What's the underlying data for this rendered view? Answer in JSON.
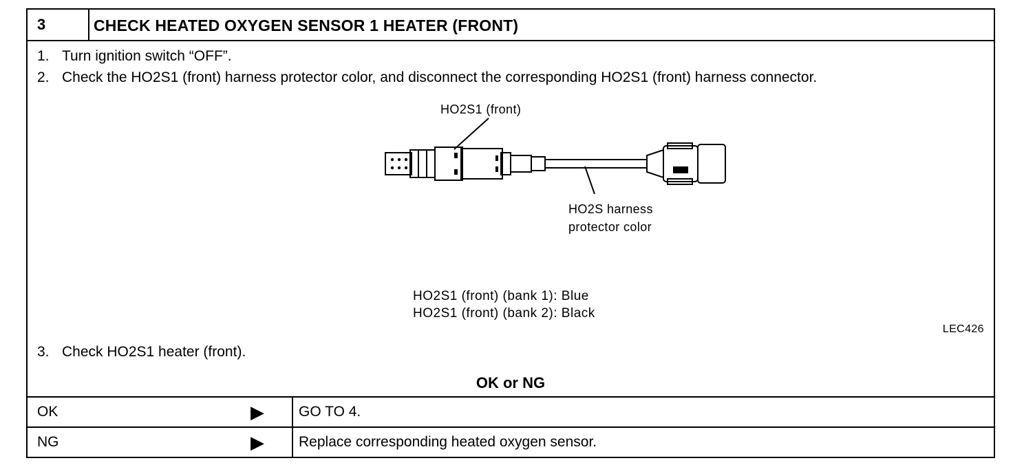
{
  "header": {
    "step_number": "3",
    "title": "CHECK HEATED OXYGEN SENSOR 1 HEATER (FRONT)"
  },
  "steps": [
    {
      "num": "1.",
      "text": "Turn ignition switch “OFF”."
    },
    {
      "num": "2.",
      "text": "Check the HO2S1 (front) harness protector color, and disconnect the corresponding HO2S1 (front) harness connector."
    },
    {
      "num": "3.",
      "text": "Check HO2S1 heater (front)."
    }
  ],
  "diagram": {
    "sensor_label": "HO2S1 (front)",
    "harness_label_line1": "HO2S harness",
    "harness_label_line2": "protector color",
    "bank_colors": [
      "HO2S1 (front) (bank 1): Blue",
      "HO2S1 (front) (bank 2): Black"
    ],
    "figure_id": "LEC426"
  },
  "result_heading": "OK or NG",
  "results": [
    {
      "condition": "OK",
      "arrow": "▶",
      "action": "GO TO 4."
    },
    {
      "condition": "NG",
      "arrow": "▶",
      "action": "Replace corresponding heated oxygen sensor."
    }
  ]
}
